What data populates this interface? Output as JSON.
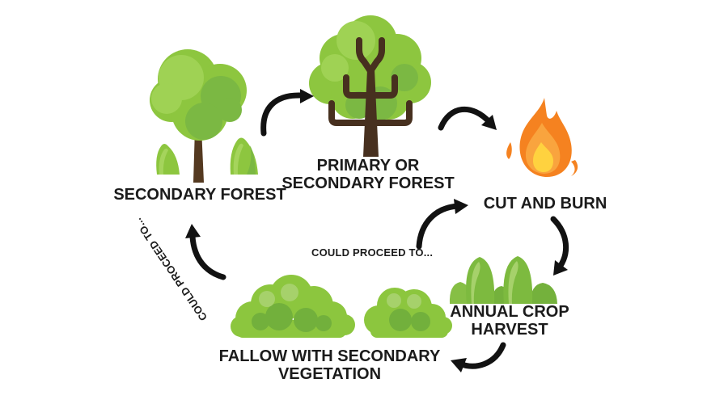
{
  "diagram": {
    "title": "Shifting cultivation cycle",
    "background": "#ffffff"
  },
  "palette": {
    "green_main": "#8CC63E",
    "green_light": "#A3D45C",
    "green_dark": "#76B23E",
    "trunk_brown": "#543920",
    "branch_brown": "#47301F",
    "flame_outer": "#F58220",
    "flame_mid": "#F9A43E",
    "flame_core": "#FFD23F",
    "arrow_black": "#121212",
    "text_black": "#1B1B1B"
  },
  "labels": {
    "secondary_forest": "SECONDARY FOREST",
    "primary_line1": "PRIMARY OR",
    "primary_line2": "SECONDARY FOREST",
    "cut_and_burn": "CUT AND BURN",
    "annual_line1": "ANNUAL CROP",
    "annual_line2": "HARVEST",
    "fallow_line1": "FALLOW WITH SECONDARY",
    "fallow_line2": "VEGETATION",
    "could_proceed_left": "COULD PROCEED TO...",
    "could_proceed_middle": "COULD PROCEED TO..."
  },
  "nodes": [
    {
      "id": "secondary-forest",
      "label": "SECONDARY FOREST",
      "icon": "tree-with-bushes-icon"
    },
    {
      "id": "primary-or-secondary-forest",
      "label": "PRIMARY OR SECONDARY FOREST",
      "icon": "branched-tree-icon"
    },
    {
      "id": "cut-and-burn",
      "label": "CUT AND BURN",
      "icon": "fire-icon"
    },
    {
      "id": "annual-crop-harvest",
      "label": "ANNUAL CROP HARVEST",
      "icon": "crop-bushes-icon"
    },
    {
      "id": "fallow-with-secondary-vegetation",
      "label": "FALLOW WITH SECONDARY VEGETATION",
      "icon": "fallow-shrubs-icon"
    }
  ],
  "edges": [
    {
      "from": "secondary-forest",
      "to": "primary-or-secondary-forest"
    },
    {
      "from": "primary-or-secondary-forest",
      "to": "cut-and-burn"
    },
    {
      "from": "cut-and-burn",
      "to": "annual-crop-harvest"
    },
    {
      "from": "annual-crop-harvest",
      "to": "fallow-with-secondary-vegetation"
    },
    {
      "from": "fallow-with-secondary-vegetation",
      "to": "secondary-forest",
      "note": "COULD PROCEED TO..."
    },
    {
      "from": "fallow-with-secondary-vegetation",
      "to": "cut-and-burn",
      "note": "COULD PROCEED TO..."
    }
  ]
}
